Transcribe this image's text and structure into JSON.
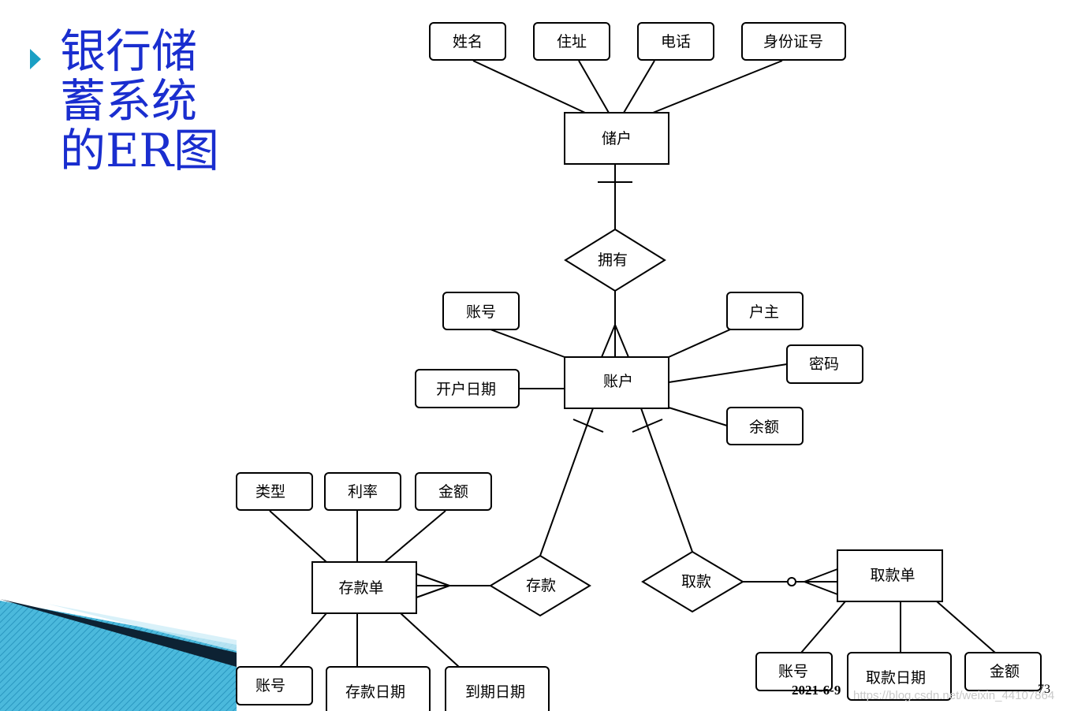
{
  "title": "银行储蓄系统的ER图",
  "entities": {
    "depositor": "储户",
    "account": "账户",
    "deposit_slip": "存款单",
    "withdraw_slip": "取款单"
  },
  "relationships": {
    "own": "拥有",
    "deposit": "存款",
    "withdraw": "取款"
  },
  "attributes": {
    "depositor": [
      "姓名",
      "住址",
      "电话",
      "身份证号"
    ],
    "account": [
      "账号",
      "户主",
      "开户日期",
      "密码",
      "余额"
    ],
    "deposit_slip": [
      "类型",
      "利率",
      "金额",
      "账号",
      "存款日期",
      "到期日期"
    ],
    "withdraw_slip": [
      "账号",
      "取款日期",
      "金额"
    ]
  },
  "footer": {
    "date": "2021-6-9",
    "page": "73"
  },
  "watermark": "https://blog.csdn.net/weixin_44107864",
  "colors": {
    "title": "#1a2ecf",
    "bullet": "#1a9fc4",
    "decoration": "#1a9fc4"
  }
}
